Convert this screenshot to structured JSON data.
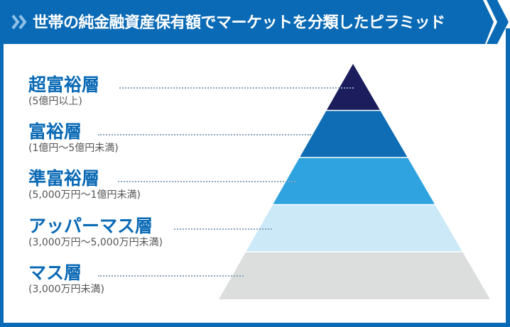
{
  "header": {
    "title": "世帯の純金融資産保有額でマーケットを分類したピラミッド",
    "icon": "double-chevron-right-icon"
  },
  "tiers": [
    {
      "name": "超富裕層",
      "range": "(5億円以上)",
      "color": "#1b1d5c"
    },
    {
      "name": "富裕層",
      "range": "(1億円〜5億円未満)",
      "color": "#0f6db5"
    },
    {
      "name": "準富裕層",
      "range": "(5,000万円〜1億円未満)",
      "color": "#2ea3df"
    },
    {
      "name": "アッパーマス層",
      "range": "(3,000万円〜5,000万円未満)",
      "color": "#cce9f8"
    },
    {
      "name": "マス層",
      "range": "(3,000万円未満)",
      "color": "#dcdddd"
    }
  ],
  "colors": {
    "brand": "#0a6ab5"
  }
}
